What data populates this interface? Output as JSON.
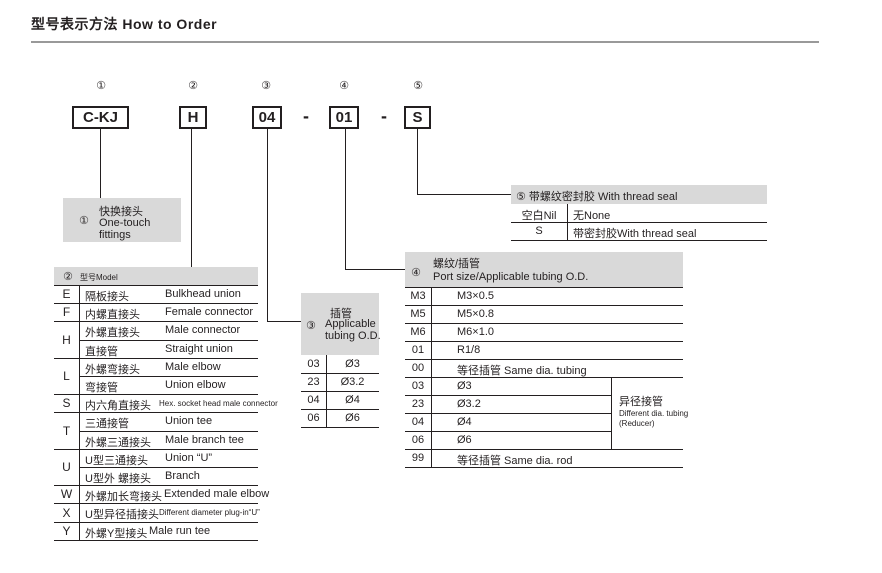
{
  "header": {
    "title": "型号表示方法 How to Order"
  },
  "code": {
    "numbers": [
      "①",
      "②",
      "③",
      "④",
      "⑤"
    ],
    "parts": [
      "C-KJ",
      "H",
      "04",
      "01",
      "S"
    ],
    "separator": "-"
  },
  "box1": {
    "num": "①",
    "cn": "快换接头",
    "en1": "One-touch",
    "en2": "fittings"
  },
  "model_table": {
    "header_num": "②",
    "header": "型号Model",
    "rows": [
      {
        "code": "E",
        "cn": "隔板接头",
        "en": "Bulkhead union"
      },
      {
        "code": "F",
        "cn": "内螺直接头",
        "en": "Female connector"
      },
      {
        "code": "H",
        "cn": "外螺直接头",
        "en": "Male connector"
      },
      {
        "code": "",
        "cn": "直接管",
        "en": "Straight union"
      },
      {
        "code": "L",
        "cn": "外螺弯接头",
        "en": "Male elbow"
      },
      {
        "code": "",
        "cn": "弯接管",
        "en": "Union elbow"
      },
      {
        "code": "S",
        "cn": "内六角直接头",
        "en": "Hex. socket head male connector"
      },
      {
        "code": "T",
        "cn": "三通接管",
        "en": "Union tee"
      },
      {
        "code": "",
        "cn": "外螺三通接头",
        "en": "Male branch tee"
      },
      {
        "code": "U",
        "cn": "U型三通接头",
        "en": "Union “U”"
      },
      {
        "code": "",
        "cn": "U型外 螺接头",
        "en": "Branch"
      },
      {
        "code": "W",
        "cn": "外螺加长弯接头",
        "en": "Extended male elbow"
      },
      {
        "code": "X",
        "cn": "U型异径插接头",
        "en": "Different diameter plug-in“U”"
      },
      {
        "code": "Y",
        "cn": "外螺Y型接头",
        "en": "Male run tee"
      }
    ]
  },
  "tube_table": {
    "num": "③",
    "cn": "插管",
    "en1": "Applicable",
    "en2": "tubing O.D.",
    "rows": [
      {
        "code": "03",
        "value": "Ø3"
      },
      {
        "code": "23",
        "value": "Ø3.2"
      },
      {
        "code": "04",
        "value": "Ø4"
      },
      {
        "code": "06",
        "value": "Ø6"
      }
    ]
  },
  "port_table": {
    "num": "④",
    "cn": "螺纹/插管",
    "en": "Port size/Applicable tubing O.D.",
    "rows": [
      {
        "code": "M3",
        "value": "M3×0.5"
      },
      {
        "code": "M5",
        "value": "M5×0.8"
      },
      {
        "code": "M6",
        "value": "M6×1.0"
      },
      {
        "code": "01",
        "value": "R1/8"
      },
      {
        "code": "00",
        "value": "等径插管 Same dia. tubing"
      },
      {
        "code": "03",
        "value": "Ø3"
      },
      {
        "code": "23",
        "value": "Ø3.2"
      },
      {
        "code": "04",
        "value": "Ø4"
      },
      {
        "code": "06",
        "value": "Ø6"
      },
      {
        "code": "99",
        "value": "等径插管 Same dia. rod"
      }
    ],
    "diff_cn": "异径接管",
    "diff_en1": "Different dia. tubing",
    "diff_en2": "(Reducer)"
  },
  "seal_table": {
    "header": "⑤ 带螺纹密封胶 With thread seal",
    "rows": [
      {
        "code": "空白Nil",
        "value": "无None"
      },
      {
        "code": "S",
        "value": "带密封胶With thread seal"
      }
    ]
  }
}
